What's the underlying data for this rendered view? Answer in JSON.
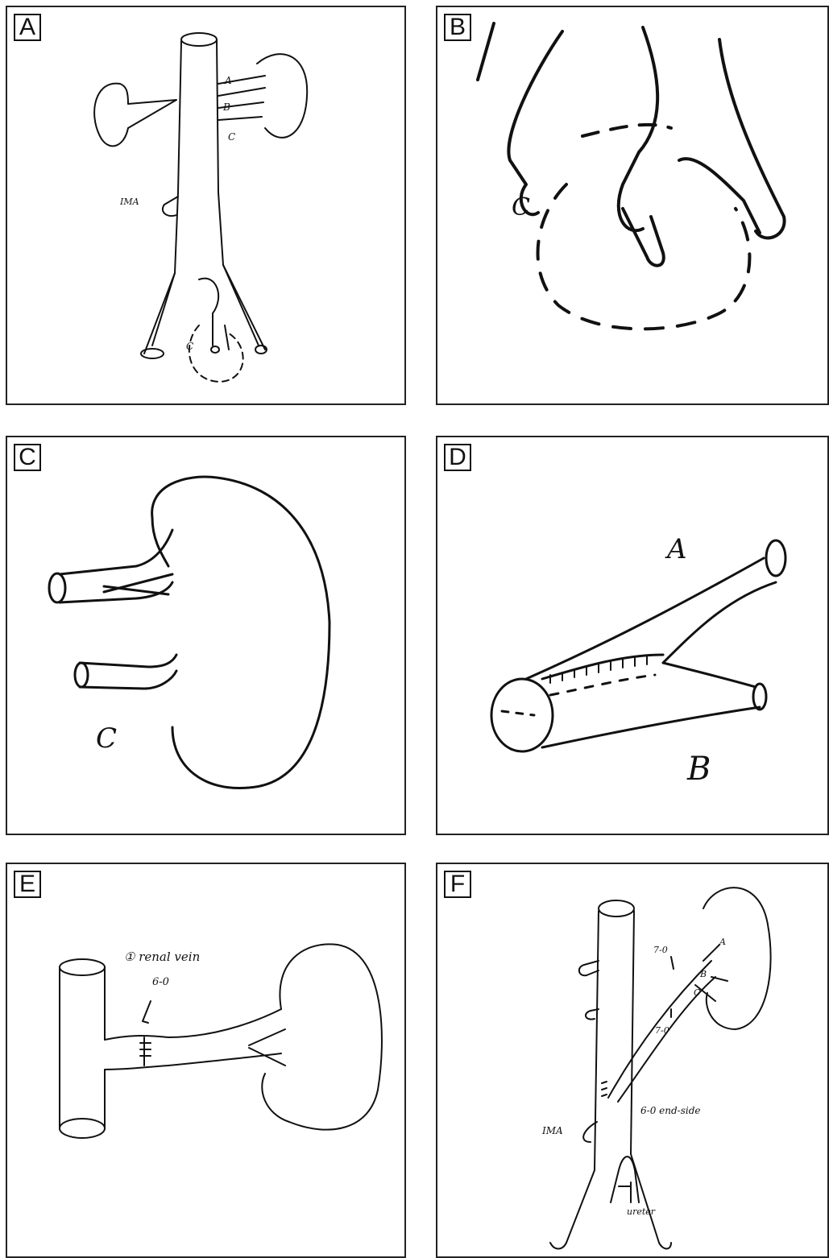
{
  "panels": [
    {
      "label": "A",
      "annotations": {
        "artery_a": "A",
        "artery_b": "B",
        "artery_c": "C",
        "ima": "IMA",
        "ureter_c": "C"
      }
    },
    {
      "label": "B",
      "annotations": {
        "ureter_c": "C"
      }
    },
    {
      "label": "C",
      "annotations": {
        "artery_c": "C"
      }
    },
    {
      "label": "D",
      "annotations": {
        "branch_a": "A",
        "branch_b": "B"
      }
    },
    {
      "label": "E",
      "annotations": {
        "note_renal_vein": "① renal vein",
        "suture": "6-0"
      }
    },
    {
      "label": "F",
      "annotations": {
        "artery_a": "A",
        "artery_b": "B",
        "artery_c": "C",
        "suture_top": "7-0",
        "suture_mid": "7-0",
        "end_side": "6-0 end-side",
        "ima": "IMA",
        "ureter": "ureter"
      }
    }
  ]
}
